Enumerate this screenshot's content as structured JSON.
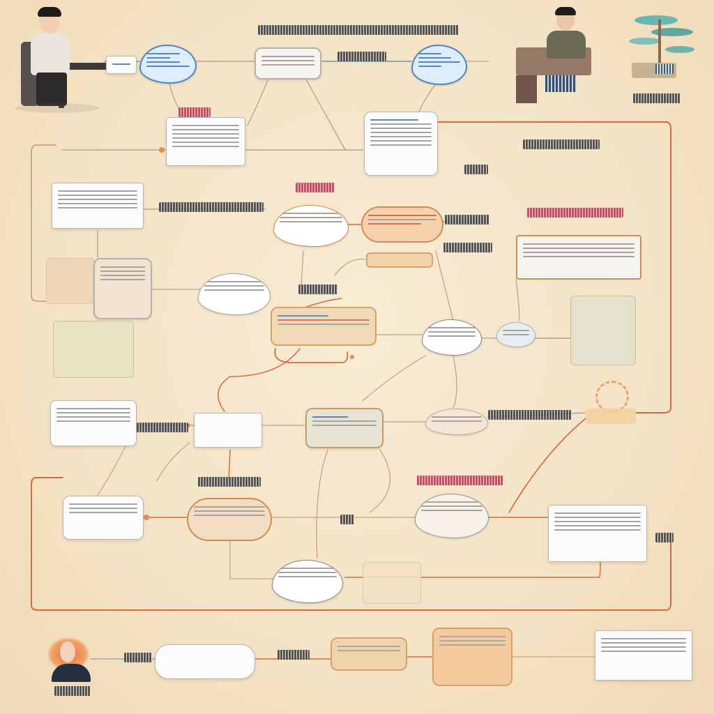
{
  "colors": {
    "background": "#f3e1c2",
    "connector_orange": "#d8683e",
    "connector_tan": "#c9a27e",
    "cloud_blue_border": "#4f86c3",
    "pill_fill": "#f3d2ad"
  },
  "icons": {
    "person_top_left": "person-at-desk",
    "person_top_right": "person-at-desk",
    "person_bottom_left": "person-red-hair",
    "tree_top_right": "bonsai-tree",
    "gear_right": "gear"
  }
}
